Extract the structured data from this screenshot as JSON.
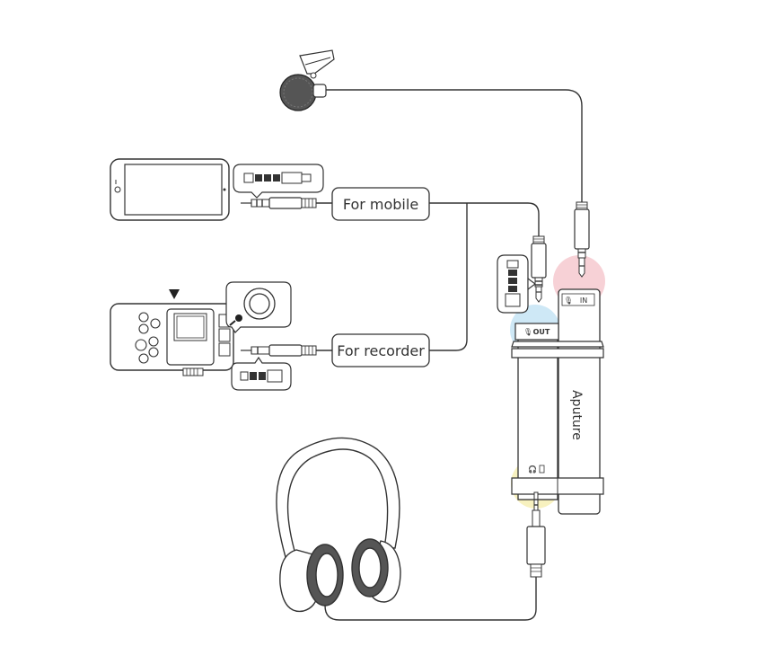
{
  "labels": {
    "mobile": "For mobile",
    "recorder": "For recorder",
    "brand": "Aputure",
    "port_in": "IN",
    "port_out": "OUT"
  },
  "icons": {
    "in_port": "microphone-icon",
    "out_port": "microphone-icon",
    "headphone_port": "headphone-icon",
    "battery": "battery-icon",
    "recorder_indicator": "triangle-down-icon"
  },
  "colors": {
    "line": "#333333",
    "highlight_in": "#f6c9cf",
    "highlight_out": "#c6e4f4",
    "highlight_headphone": "#f6f0b8"
  }
}
